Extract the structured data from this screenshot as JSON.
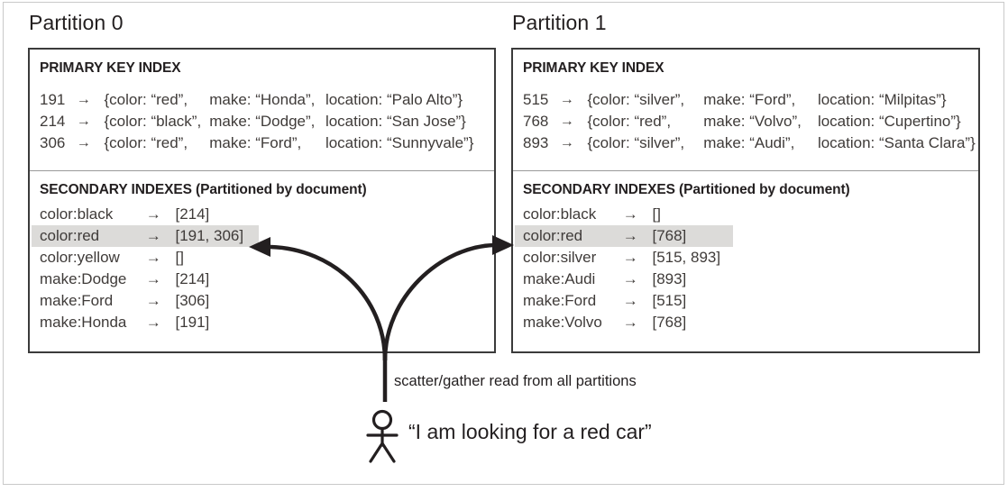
{
  "figure": {
    "scatter_note": "scatter/gather read from all partitions",
    "user_query": "“I am looking for a red car”",
    "highlight_color": "#dcdbd9",
    "line_color": "#231f20"
  },
  "partitions": [
    {
      "title": "Partition 0",
      "primary": {
        "heading": "PRIMARY KEY INDEX",
        "rows": [
          {
            "key": "191",
            "arrow": "→",
            "color": "{color: “red”,",
            "make": "make: “Honda”,",
            "location": "location: “Palo Alto”}"
          },
          {
            "key": "214",
            "arrow": "→",
            "color": "{color: “black”,",
            "make": "make: “Dodge”,",
            "location": "location: “San Jose”}"
          },
          {
            "key": "306",
            "arrow": "→",
            "color": "{color: “red”,",
            "make": "make: “Ford”,",
            "location": "location: “Sunnyvale”}"
          }
        ]
      },
      "secondary": {
        "heading": "SECONDARY INDEXES (Partitioned by document)",
        "rows": [
          {
            "term": "color:black",
            "arrow": "→",
            "postings": "[214]",
            "highlighted": false
          },
          {
            "term": "color:red",
            "arrow": "→",
            "postings": "[191, 306]",
            "highlighted": true
          },
          {
            "term": "color:yellow",
            "arrow": "→",
            "postings": "[]",
            "highlighted": false
          },
          {
            "term": "make:Dodge",
            "arrow": "→",
            "postings": "[214]",
            "highlighted": false
          },
          {
            "term": "make:Ford",
            "arrow": "→",
            "postings": "[306]",
            "highlighted": false
          },
          {
            "term": "make:Honda",
            "arrow": "→",
            "postings": "[191]",
            "highlighted": false
          }
        ]
      }
    },
    {
      "title": "Partition 1",
      "primary": {
        "heading": "PRIMARY KEY INDEX",
        "rows": [
          {
            "key": "515",
            "arrow": "→",
            "color": "{color: “silver”,",
            "make": "make: “Ford”,",
            "location": "location: “Milpitas”}"
          },
          {
            "key": "768",
            "arrow": "→",
            "color": "{color: “red”,",
            "make": "make: “Volvo”,",
            "location": "location: “Cupertino”}"
          },
          {
            "key": "893",
            "arrow": "→",
            "color": "{color: “silver”,",
            "make": "make: “Audi”,",
            "location": "location: “Santa Clara”}"
          }
        ]
      },
      "secondary": {
        "heading": "SECONDARY INDEXES (Partitioned by document)",
        "rows": [
          {
            "term": "color:black",
            "arrow": "→",
            "postings": "[]",
            "highlighted": false
          },
          {
            "term": "color:red",
            "arrow": "→",
            "postings": "[768]",
            "highlighted": true
          },
          {
            "term": "color:silver",
            "arrow": "→",
            "postings": "[515, 893]",
            "highlighted": false
          },
          {
            "term": "make:Audi",
            "arrow": "→",
            "postings": "[893]",
            "highlighted": false
          },
          {
            "term": "make:Ford",
            "arrow": "→",
            "postings": "[515]",
            "highlighted": false
          },
          {
            "term": "make:Volvo",
            "arrow": "→",
            "postings": "[768]",
            "highlighted": false
          }
        ]
      }
    }
  ]
}
